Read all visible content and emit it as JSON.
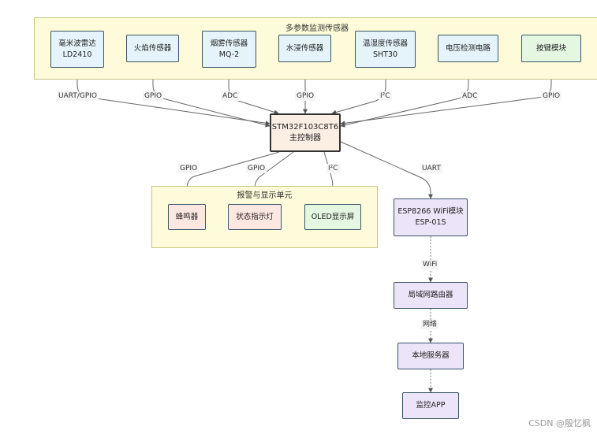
{
  "groups": {
    "sensors": "多参数监测传感器",
    "alarm": "报警与显示单元"
  },
  "nodes": {
    "radar": {
      "label": "毫米波雷达\nLD2410",
      "fill": "#e5f4fb"
    },
    "flame": {
      "label": "火焰传感器",
      "fill": "#e5f4fb"
    },
    "smoke": {
      "label": "烟雾传感器\nMQ-2",
      "fill": "#e5f4fb"
    },
    "water": {
      "label": "水浸传感器",
      "fill": "#e5f4fb"
    },
    "temp": {
      "label": "温湿度传感器\nSHT30",
      "fill": "#e5f4fb"
    },
    "voltage": {
      "label": "电压检测电路",
      "fill": "#e5f4fb"
    },
    "button": {
      "label": "按键模块",
      "fill": "#e3f7e1"
    },
    "mcu": {
      "label": "STM32F103C8T6\n主控制器",
      "fill": "#fbefe4"
    },
    "buzzer": {
      "label": "蜂鸣器",
      "fill": "#fde7e1"
    },
    "led": {
      "label": "状态指示灯",
      "fill": "#fde7e1"
    },
    "oled": {
      "label": "OLED显示屏",
      "fill": "#e3f7e1"
    },
    "esp": {
      "label": "ESP8266 WiFi模块\nESP-01S",
      "fill": "#ece4f8"
    },
    "router": {
      "label": "局域网路由器",
      "fill": "#ece4f8"
    },
    "server": {
      "label": "本地服务器",
      "fill": "#ece4f8"
    },
    "app": {
      "label": "监控APP",
      "fill": "#ece4f8"
    }
  },
  "edges": {
    "radar_mcu": "UART/GPIO",
    "flame_mcu": "GPIO",
    "smoke_mcu": "ADC",
    "water_mcu": "GPIO",
    "temp_mcu": "I²C",
    "voltage_mcu": "ADC",
    "button_mcu": "GPIO",
    "mcu_buzzer": "GPIO",
    "mcu_led": "GPIO",
    "mcu_oled": "I²C",
    "mcu_esp": "UART",
    "esp_router": "WiFi",
    "router_server": "网络",
    "server_app": ""
  },
  "watermark": "CSDN @殷忆枫"
}
